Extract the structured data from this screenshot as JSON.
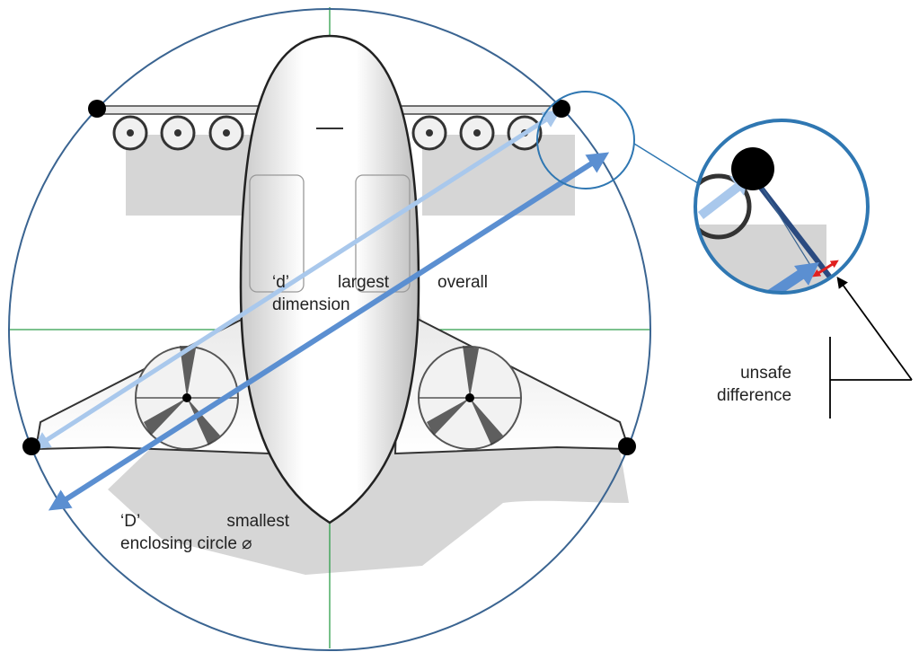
{
  "labels": {
    "d_line1_a": "‘d’",
    "d_line1_b": "largest",
    "d_line1_c": "overall",
    "d_line2": "dimension",
    "D_line1_a": "‘D’",
    "D_line1_b": "smallest",
    "D_line2": "enclosing circle ⌀",
    "unsafe_line1": "unsafe",
    "unsafe_line2": "difference"
  },
  "colors": {
    "enclosing_circle": "#3a6491",
    "crosshair": "#2e9e4a",
    "arrow_d": "#a9c8ec",
    "arrow_D": "#5b8fd1",
    "point": "#000000",
    "magnifier": "#2f77b2",
    "unsafe_marker": "#e02020"
  }
}
